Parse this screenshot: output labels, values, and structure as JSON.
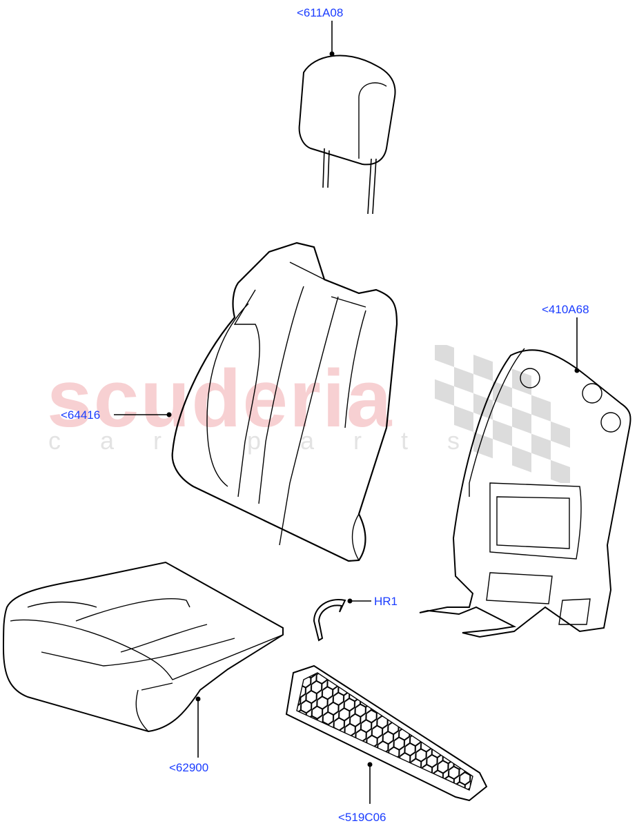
{
  "watermark": {
    "main_text": "scuderia",
    "sub_text": "car parts",
    "main_color": "#f7d0d2",
    "sub_color": "#e3e3e3",
    "checker_color": "#dcdcdc"
  },
  "callouts": [
    {
      "id": "headrest",
      "label": "<611A08"
    },
    {
      "id": "backrest-cover",
      "label": "<64416"
    },
    {
      "id": "back-panel",
      "label": "<410A68"
    },
    {
      "id": "clip",
      "label": "HR1"
    },
    {
      "id": "cushion-cover",
      "label": "<62900"
    },
    {
      "id": "mesh-panel",
      "label": "<519C06"
    }
  ],
  "label_color": "#1a3cff"
}
